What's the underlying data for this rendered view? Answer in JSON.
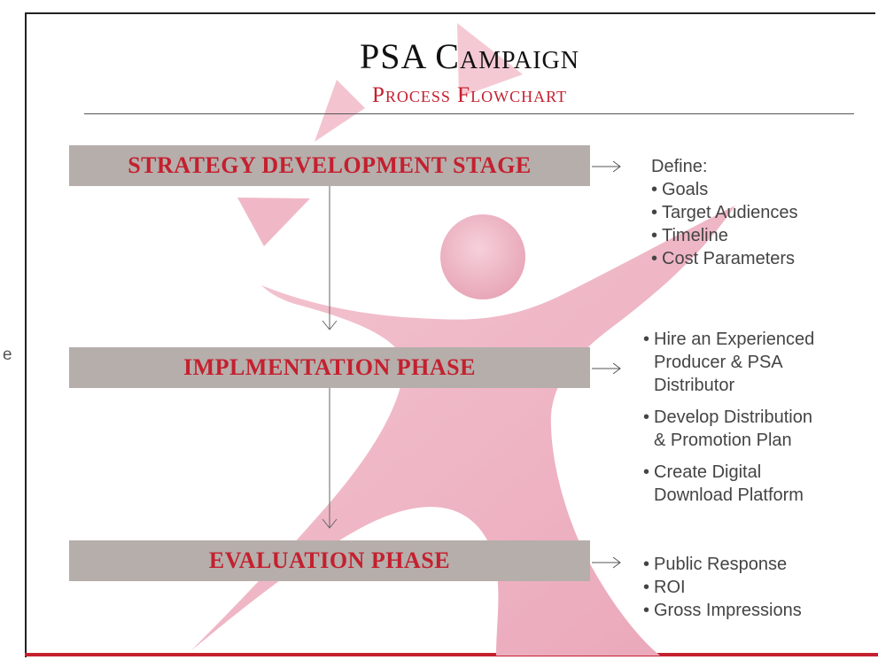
{
  "slide": {
    "title": "PSA Campaign",
    "subtitle": "Process Flowchart",
    "left_fragment": "e"
  },
  "stages": {
    "strategy": {
      "label": "STRATEGY DEVELOPMENT STAGE",
      "list_header": "Define:",
      "items": [
        "Goals",
        "Target Audiences",
        "Timeline",
        "Cost Parameters"
      ]
    },
    "implementation": {
      "label": "IMPLMENTATION PHASE",
      "items": [
        {
          "line1": "Hire an Experienced",
          "line2": "Producer & PSA",
          "line3": "Distributor"
        },
        {
          "line1": "Develop Distribution",
          "line2": "& Promotion Plan"
        },
        {
          "line1": "Create Digital",
          "line2": "Download Platform"
        }
      ]
    },
    "evaluation": {
      "label": "EVALUATION PHASE",
      "items": [
        "Public Response",
        "ROI",
        "Gross Impressions"
      ]
    }
  },
  "colors": {
    "accent": "#c4202f",
    "stage_box": "#b6aeab",
    "figure_pink": "#efb3c3"
  },
  "icons": {
    "background": "stick-figure-watermark",
    "connector": "arrow"
  }
}
